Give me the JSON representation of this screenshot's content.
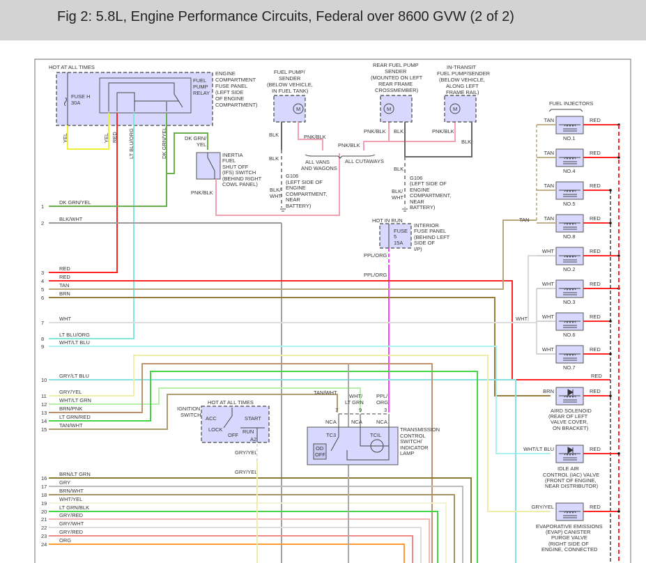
{
  "title": "Fig 2: 5.8L, Engine Performance Circuits, Federal over 8600 GVW (2 of 2)",
  "connector_pins": [
    {
      "num": "1",
      "label": "DK GRN/YEL",
      "color": "#6ab04c"
    },
    {
      "num": "2",
      "label": "BLK/WHT",
      "color": "#9a9a9a"
    },
    {
      "num": "3",
      "label": "RED",
      "color": "#ff2222"
    },
    {
      "num": "4",
      "label": "RED",
      "color": "#ff2222"
    },
    {
      "num": "5",
      "label": "TAN",
      "color": "#b8a578"
    },
    {
      "num": "6",
      "label": "BRN",
      "color": "#9a7c3a"
    },
    {
      "num": "7",
      "label": "WHT",
      "color": "#dddddd"
    },
    {
      "num": "8",
      "label": "LT BLU/ORG",
      "color": "#80e6d8"
    },
    {
      "num": "9",
      "label": "WHT/LT BLU",
      "color": "#aaf2f2"
    },
    {
      "num": "10",
      "label": "GRY/LT BLU",
      "color": "#88e0e0"
    },
    {
      "num": "11",
      "label": "GRY/YEL",
      "color": "#eeeeaa"
    },
    {
      "num": "12",
      "label": "WHT/LT GRN",
      "color": "#b4f0a8"
    },
    {
      "num": "13",
      "label": "BRN/PNK",
      "color": "#c0906c"
    },
    {
      "num": "14",
      "label": "LT GRN/RED",
      "color": "#44d444"
    },
    {
      "num": "15",
      "label": "TAN/WHT",
      "color": "#b09a70"
    },
    {
      "num": "16",
      "label": "BRN/LT GRN",
      "color": "#8a7a30"
    },
    {
      "num": "17",
      "label": "GRY",
      "color": "#bbbbbb"
    },
    {
      "num": "18",
      "label": "BRN/WHT",
      "color": "#a89060"
    },
    {
      "num": "19",
      "label": "WHT/YEL",
      "color": "#f2f2d4"
    },
    {
      "num": "20",
      "label": "LT GRN/BLK",
      "color": "#44d444"
    },
    {
      "num": "21",
      "label": "GRY/RED",
      "color": "#f4b4b4"
    },
    {
      "num": "22",
      "label": "GRY/WHT",
      "color": "#dddddd"
    },
    {
      "num": "23",
      "label": "GRY/RED",
      "color": "#f08888"
    },
    {
      "num": "24",
      "label": "ORG",
      "color": "#ff9a30"
    }
  ],
  "fuse_panel": {
    "hot": "HOT AT ALL TIMES",
    "fuse": [
      "FUSE H",
      "30A"
    ],
    "relay": [
      "FUEL",
      "PUMP",
      "RELAY"
    ],
    "location": [
      "ENGINE",
      "COMPARTMENT",
      "FUSE PANEL",
      "(LEFT SIDE",
      "OF ENGINE",
      "COMPARTMENT)"
    ],
    "wires": [
      "YEL",
      "YEL",
      "RED",
      "LT BLU/ORG",
      "DK GRN/YEL"
    ]
  },
  "ifs_switch": {
    "wire_in": [
      "DK GRN/",
      "YEL"
    ],
    "name": [
      "INERTIA",
      "FUEL",
      "SHUT OFF",
      "(IFS) SWITCH",
      "(BEHIND RIGHT",
      "COWL PANEL)"
    ],
    "wire_out": "PNK/BLK"
  },
  "fuel_pump": {
    "name": [
      "FUEL PUMP/",
      "SENDER",
      "(BELOW VEHICLE,",
      "IN FUEL TANK)"
    ],
    "wires": [
      "BLK",
      "PNK/BLK",
      "BLK",
      "BLK/",
      "WHT"
    ],
    "ground": [
      "G106",
      "(LEFT SIDE OF",
      "ENGINE",
      "COMPARTMENT,",
      "NEAR",
      "BATTERY)"
    ]
  },
  "variants": {
    "vans": [
      "ALL VANS",
      "AND WAGONS"
    ],
    "cutaways": "ALL CUTAWAYS",
    "cutaway_wire": "PNK/BLK"
  },
  "rear_pump": {
    "name": [
      "REAR FUEL PUMP",
      "SENDER",
      "(MOUNTED ON LEFT",
      "REAR FRAME",
      "CROSSMEMBER)"
    ],
    "wires": [
      "PNK/BLK",
      "BLK"
    ]
  },
  "transit_pump": {
    "name": [
      "IN-TRANSIT",
      "FUEL PUMP/SENDER",
      "(BELOW VEHICLE,",
      "ALONG LEFT",
      "FRAME RAIL)"
    ],
    "wires": [
      "PNK/BLK",
      "BLK"
    ]
  },
  "ground2": {
    "wires": [
      "BLK",
      "BLK/",
      "WHT"
    ],
    "ground": [
      "G106",
      "(LEFT SIDE OF",
      "ENGINE",
      "COMPARTMENT,",
      "NEAR",
      "BATTERY)"
    ]
  },
  "fuse5": {
    "hot": "HOT IN RUN",
    "fuse": [
      "FUSE",
      "5",
      "15A"
    ],
    "location": [
      "INTERIOR",
      "FUSE PANEL",
      "(BEHIND LEFT",
      "SIDE OF",
      "I/P)"
    ],
    "wires": [
      "PPL/ORG",
      "PPL/ORG"
    ]
  },
  "injectors": {
    "header": "FUEL INJECTORS",
    "tan_feed": "TAN",
    "wht_feed": "WHT",
    "items": [
      {
        "no": "NO.1",
        "in": "TAN",
        "out": "RED"
      },
      {
        "no": "NO.4",
        "in": "TAN",
        "out": "RED"
      },
      {
        "no": "NO.5",
        "in": "TAN",
        "out": "RED"
      },
      {
        "no": "NO.8",
        "in": "TAN",
        "out": "RED"
      },
      {
        "no": "NO.2",
        "in": "WHT",
        "out": "RED"
      },
      {
        "no": "NO.3",
        "in": "WHT",
        "out": "RED"
      },
      {
        "no": "NO.6",
        "in": "WHT",
        "out": "RED"
      },
      {
        "no": "NO.7",
        "in": "WHT",
        "out": "RED"
      }
    ]
  },
  "red_feed_label": "RED",
  "aird": {
    "in": "BRN",
    "out": "RED",
    "name": [
      "AIRD SOLENOID",
      "(REAR OF LEFT",
      "VALVE COVER,",
      "ON BRACKET)"
    ]
  },
  "iac": {
    "in": "WHT/LT BLU",
    "out": "RED",
    "name": [
      "IDLE AIR",
      "CONTROL (IAC) VALVE",
      "(FRONT OF ENGINE,",
      "NEAR DISTRIBUTOR)"
    ]
  },
  "evap": {
    "in": "GRY/YEL",
    "out": "RED",
    "name": [
      "EVAPORATIVE EMISSIONS",
      "(EVAP) CANISTER",
      "PURGE VALVE",
      "(RIGHT SIDE OF",
      "ENGINE, CONNECTED"
    ]
  },
  "ignition": {
    "name": [
      "IGNITION",
      "SWITCH"
    ],
    "hot": "HOT AT ALL TIMES",
    "positions": [
      "ACC",
      "LOCK",
      "OFF",
      "START",
      "RUN",
      "A2"
    ],
    "wires": [
      "GRY/YEL",
      "GRY/YEL"
    ]
  },
  "tcs": {
    "wires": [
      [
        "TAN/WHT"
      ],
      [
        "WHT/",
        "LT GRN"
      ],
      [
        "PPL/",
        "ORG"
      ]
    ],
    "pins": [
      "7",
      "9",
      "3"
    ],
    "nca": "NCA",
    "tc3": "TC3",
    "tcil": "TCIL",
    "od": [
      "OD",
      "OFF"
    ],
    "name": [
      "TRANSMISSION",
      "CONTROL",
      "SWITCH/",
      "INDICATOR",
      "LAMP"
    ]
  }
}
